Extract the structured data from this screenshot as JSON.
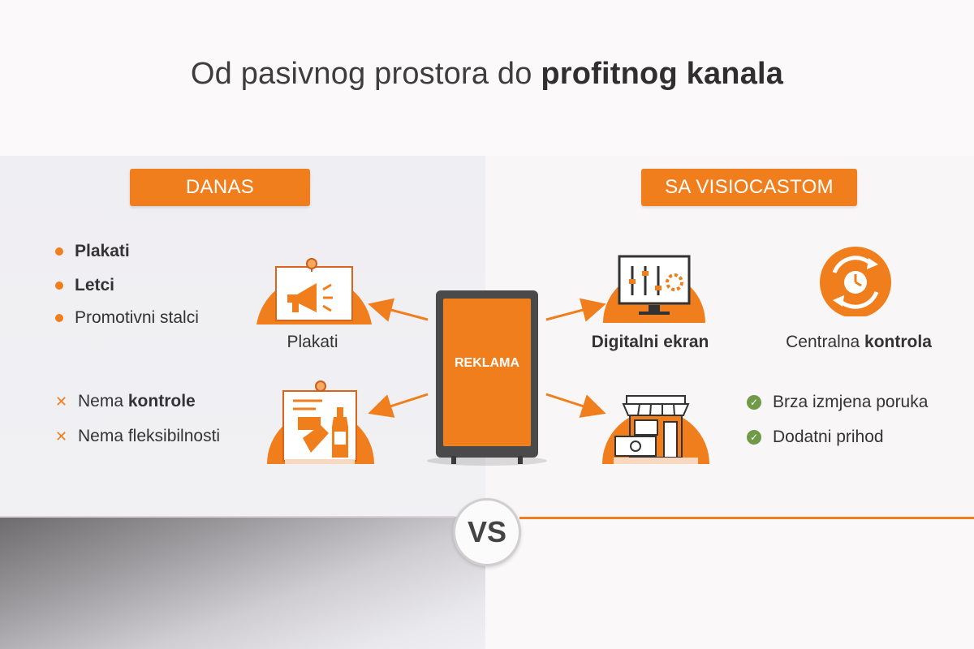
{
  "title": {
    "normal": "Od pasivnog prostora do",
    "bold": "profitnog kanala"
  },
  "left": {
    "badge": "DANAS",
    "items": [
      "Plakati",
      "Letci",
      "Promotivni stalci"
    ],
    "poster_label": "Plakati",
    "negatives": [
      {
        "normal": "Nema",
        "bold": "kontrole"
      },
      {
        "normal": "Nema fleksibilnosti",
        "bold": ""
      }
    ]
  },
  "center": {
    "screen_text": "REKLAMA"
  },
  "right": {
    "badge": "SA VISIOCASTOM",
    "digital_label": "Digitalni ekran",
    "central_label": {
      "normal": "Centralna",
      "bold": "kontrola"
    },
    "benefits": [
      "Brza izmjena poruka",
      "Dodatni prihod"
    ]
  },
  "vs": "VS",
  "colors": {
    "accent": "#f17e1c",
    "check": "#6f9a48",
    "screen_frame": "#4a4a4a"
  }
}
